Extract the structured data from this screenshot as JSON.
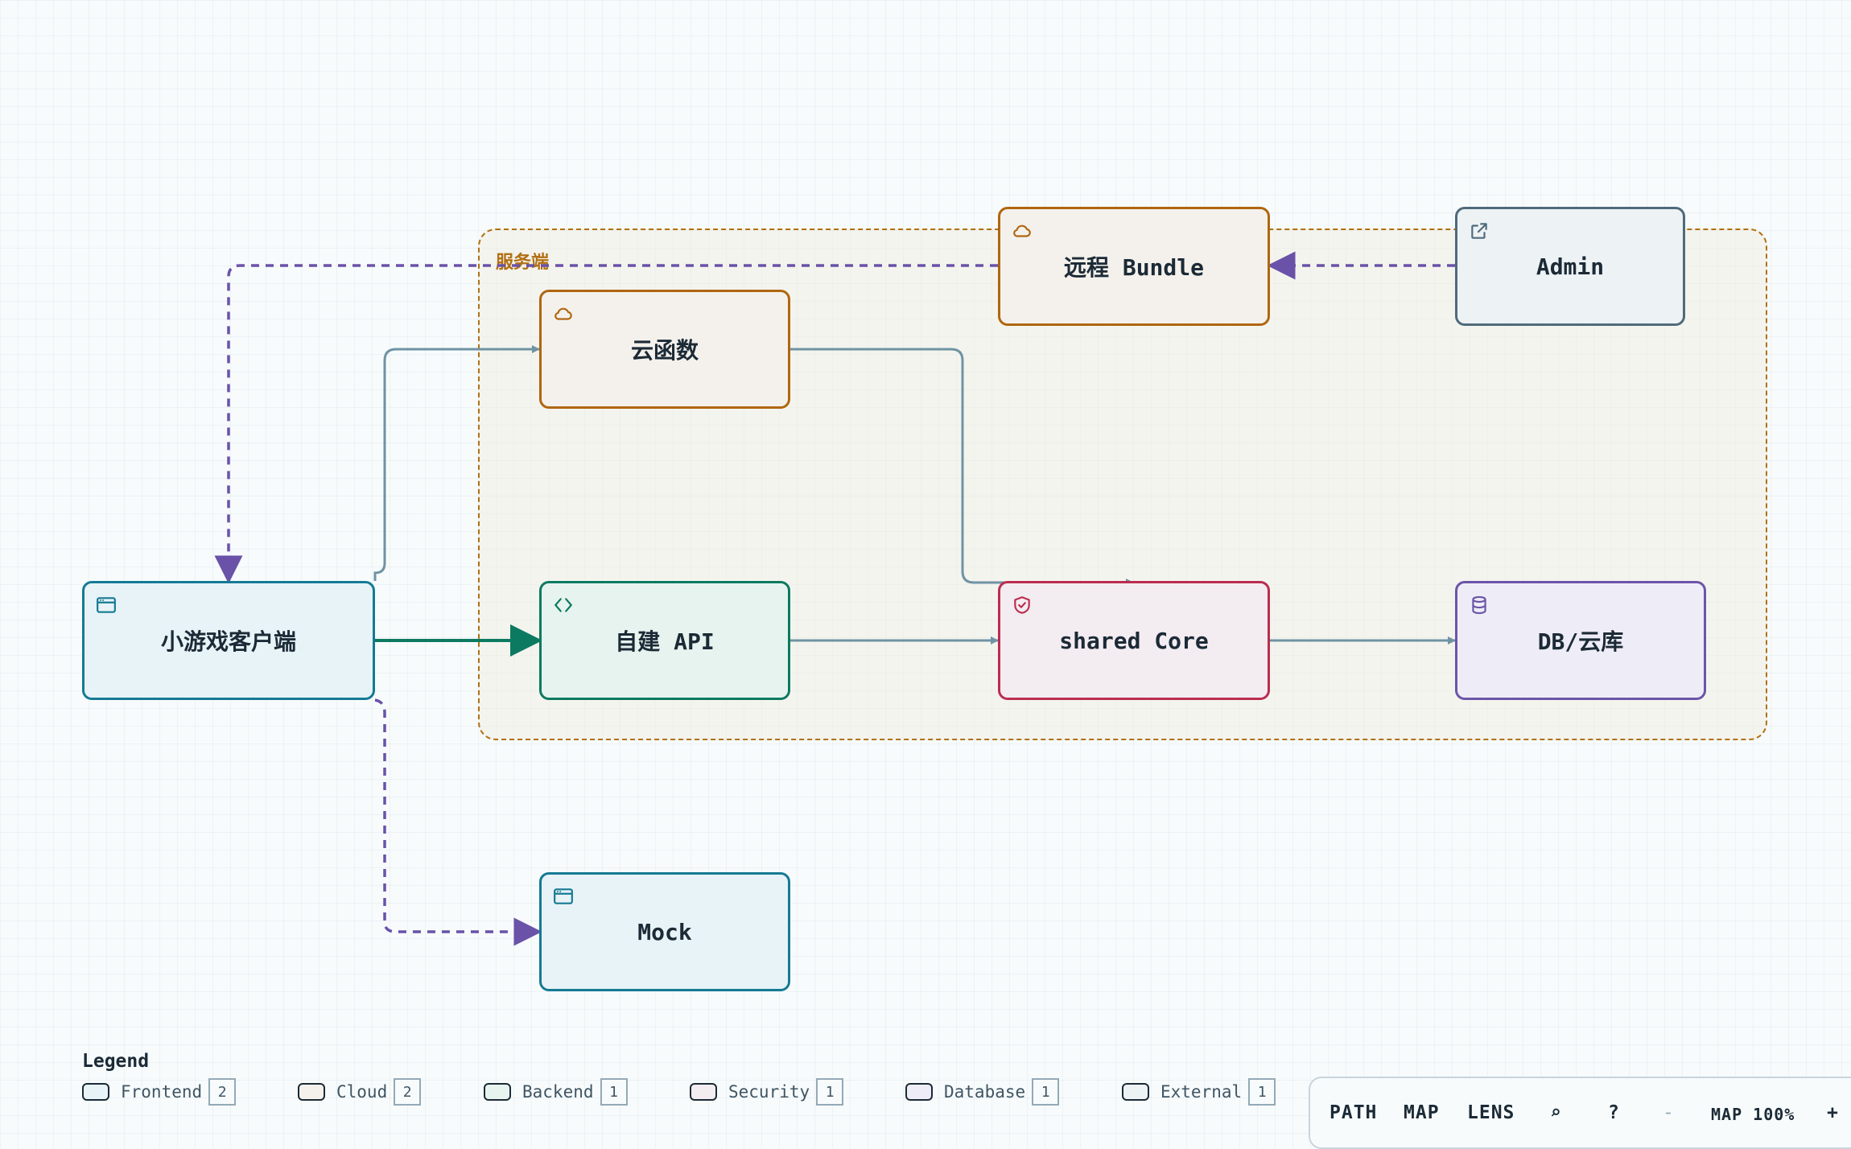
{
  "group": {
    "label": "服务端"
  },
  "nodes": {
    "client": {
      "label": "小游戏客户端",
      "category": "Frontend",
      "icon": "browser-window-icon"
    },
    "cloudfn": {
      "label": "云函数",
      "category": "Cloud",
      "icon": "cloud-icon"
    },
    "bundle": {
      "label": "远程 Bundle",
      "category": "Cloud",
      "icon": "cloud-icon"
    },
    "admin": {
      "label": "Admin",
      "category": "External",
      "icon": "external-link-icon"
    },
    "api": {
      "label": "自建 API",
      "category": "Backend",
      "icon": "code-brackets-icon"
    },
    "core": {
      "label": "shared Core",
      "category": "Security",
      "icon": "shield-check-icon"
    },
    "db": {
      "label": "DB/云库",
      "category": "Database",
      "icon": "database-icon"
    },
    "mock": {
      "label": "Mock",
      "category": "Frontend",
      "icon": "browser-window-icon"
    }
  },
  "edges": [
    {
      "from": "client",
      "to": "cloudfn",
      "style": "solid"
    },
    {
      "from": "client",
      "to": "api",
      "style": "solid-bold"
    },
    {
      "from": "cloudfn",
      "to": "core",
      "style": "solid"
    },
    {
      "from": "api",
      "to": "core",
      "style": "solid"
    },
    {
      "from": "core",
      "to": "db",
      "style": "solid"
    },
    {
      "from": "admin",
      "to": "bundle",
      "style": "dashed"
    },
    {
      "from": "bundle",
      "to": "client",
      "style": "dashed"
    },
    {
      "from": "client",
      "to": "mock",
      "style": "dashed"
    }
  ],
  "colors": {
    "frontend": "#157a93",
    "cloud": "#b0660f",
    "backend": "#0c7a60",
    "security": "#bb2d50",
    "database": "#6b55a8",
    "external": "#4f6a7a",
    "edge_solid": "#6f93a3",
    "edge_dashed": "#6a52a8",
    "edge_bold": "#0c7a60"
  },
  "legend": {
    "title": "Legend",
    "items": [
      {
        "name": "Frontend",
        "count": "2"
      },
      {
        "name": "Cloud",
        "count": "2"
      },
      {
        "name": "Backend",
        "count": "1"
      },
      {
        "name": "Security",
        "count": "1"
      },
      {
        "name": "Database",
        "count": "1"
      },
      {
        "name": "External",
        "count": "1"
      }
    ]
  },
  "toolbar": {
    "path": "PATH",
    "map": "MAP",
    "lens": "LENS",
    "search_glyph": "⌕",
    "help": "?",
    "zoom_out": "-",
    "map_zoom": "MAP 100%",
    "zoom_in": "+"
  }
}
